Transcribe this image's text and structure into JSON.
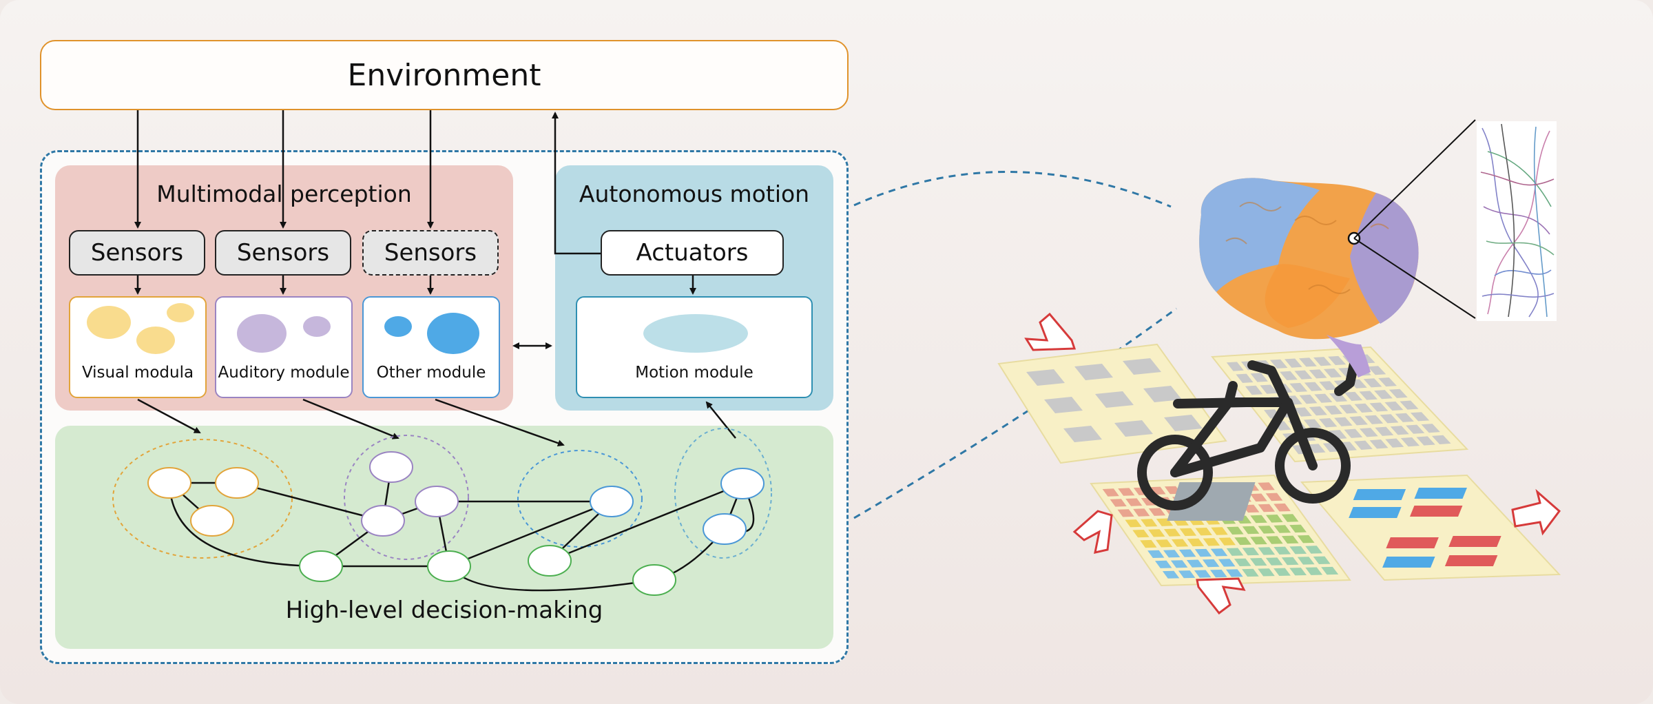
{
  "environment": {
    "label": "Environment"
  },
  "perception": {
    "title": "Multimodal perception",
    "sensors": [
      {
        "label": "Sensors"
      },
      {
        "label": "Sensors"
      },
      {
        "label": "Sensors"
      }
    ],
    "modules": [
      {
        "label": "Visual modula",
        "color": "#f9dc8e",
        "border": "#e2a43a"
      },
      {
        "label": "Auditory module",
        "color": "#c6b7dc",
        "border": "#9a84c2"
      },
      {
        "label": "Other module",
        "color": "#4fa9e6",
        "border": "#4a97d6"
      }
    ]
  },
  "motion": {
    "title": "Autonomous motion",
    "actuator": {
      "label": "Actuators"
    },
    "module": {
      "label": "Motion module",
      "color": "#bcdfe8",
      "border": "#2e8fb2"
    }
  },
  "decision": {
    "title": "High-level decision-making"
  },
  "colors": {
    "frame_dash": "#2f78a6",
    "environment_border": "#e0922a",
    "perception_bg": "#eecbc6",
    "motion_bg": "#b8dbe5",
    "decision_bg": "#d5ead0",
    "arrow_red": "#d63a3a",
    "grid_yellow": "#f8f0c6"
  },
  "icons": [
    "brain-icon",
    "neuron-tracing-icon",
    "bicycle-icon",
    "grid-tile-icon",
    "red-arrow-icon"
  ]
}
